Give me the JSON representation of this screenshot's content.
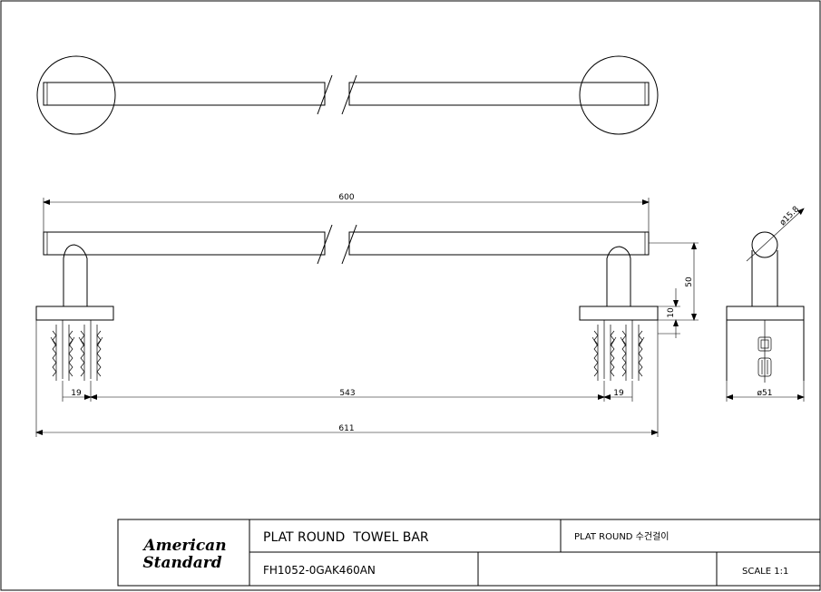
{
  "dimensions": {
    "overall_bar": "600",
    "overall_total": "611",
    "center_span": "543",
    "offset_left": "19",
    "offset_right": "19",
    "projection": "50",
    "base_thickness": "10",
    "tube_diameter": "ø15.8",
    "base_diameter": "ø51"
  },
  "title_block": {
    "logo_line1": "American",
    "logo_line2": "Standard",
    "product_title": "PLAT ROUND  TOWEL BAR",
    "product_title_kr": "PLAT ROUND 수건걸이",
    "model_code": "FH1052-0GAK460AN",
    "scale": "SCALE 1:1"
  }
}
